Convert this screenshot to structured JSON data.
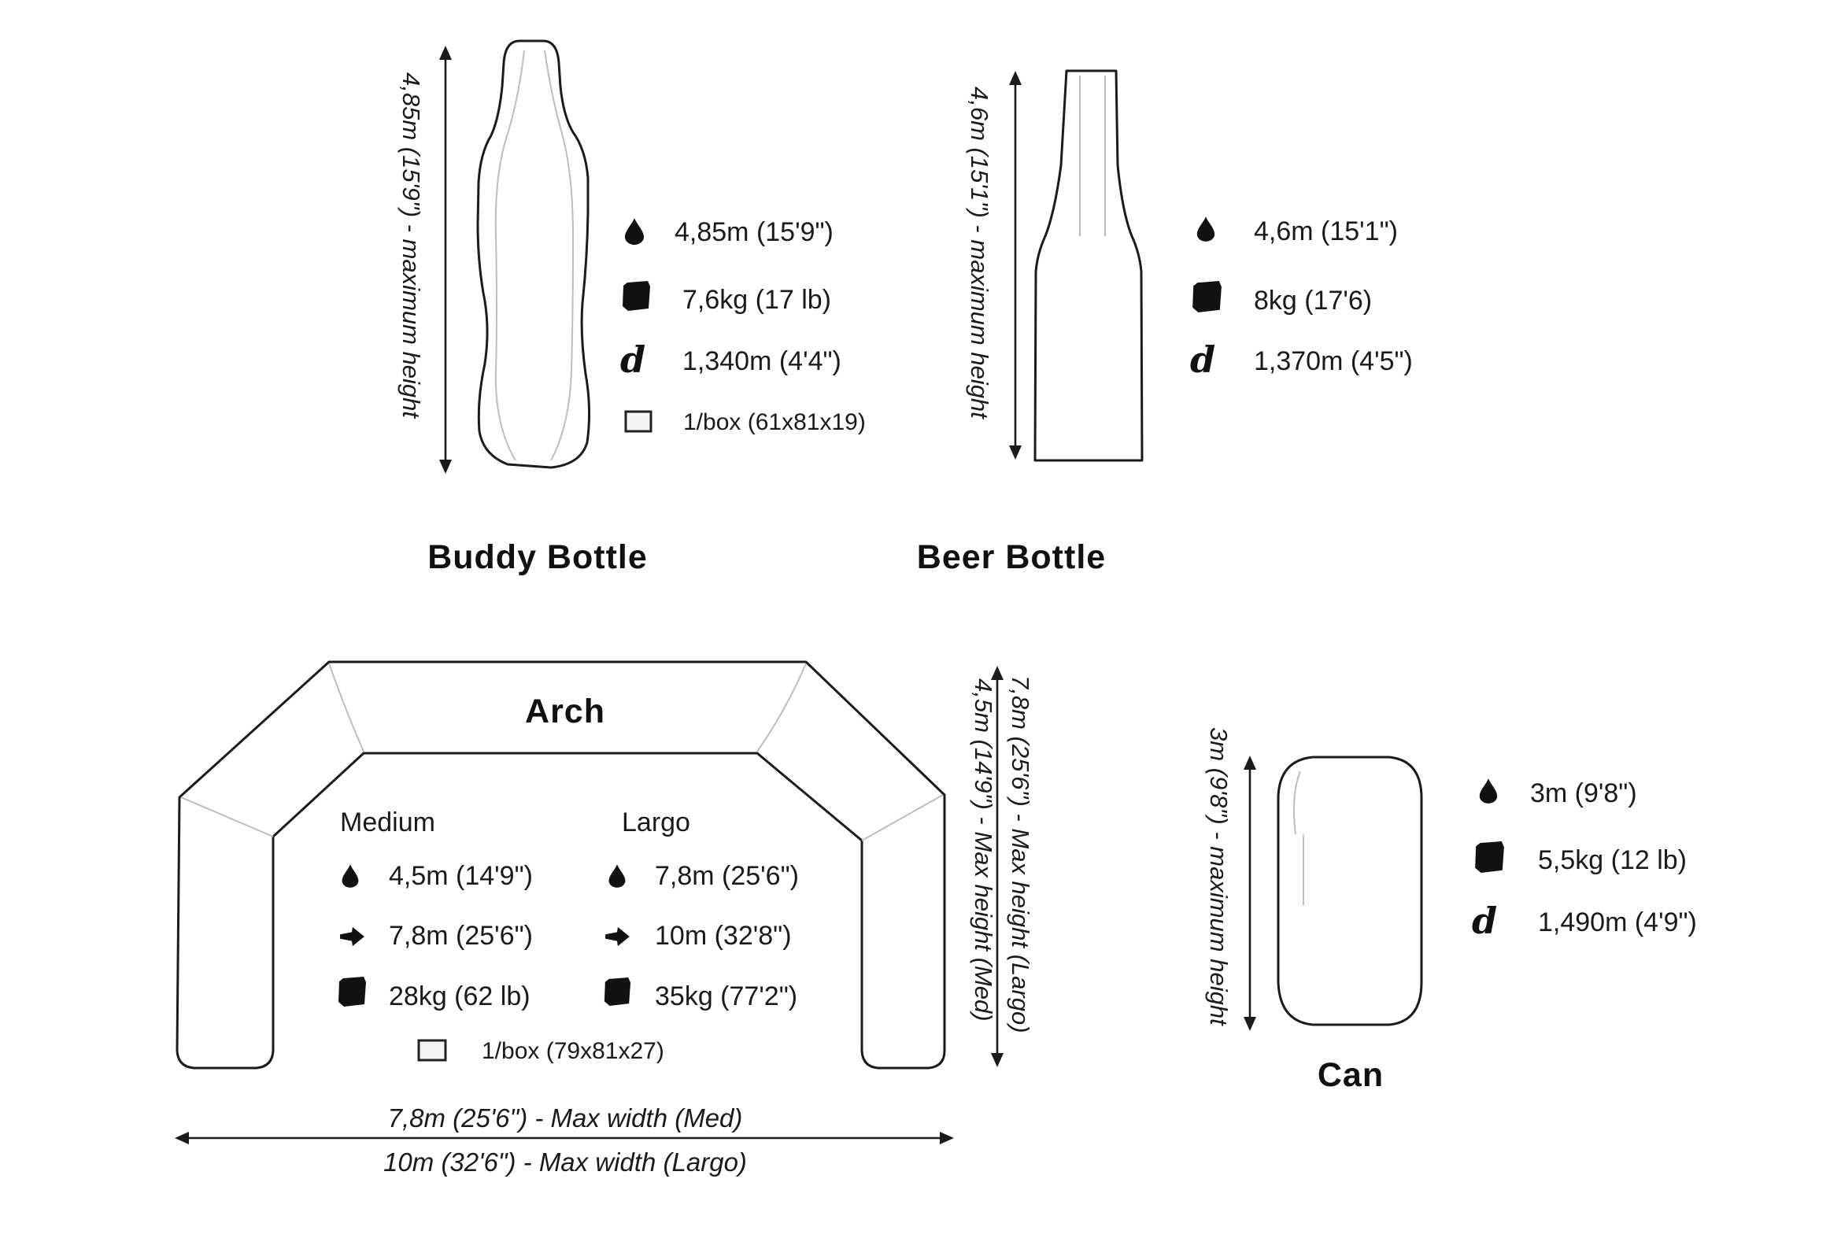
{
  "products": {
    "buddy_bottle": {
      "name": "Buddy Bottle",
      "height_label": "4,85m (15'9\") - maximum height",
      "specs": {
        "height": "4,85m (15'9\")",
        "weight": "7,6kg (17 lb)",
        "diameter": "1,340m (4'4\")",
        "box": "1/box (61x81x19)"
      }
    },
    "beer_bottle": {
      "name": "Beer Bottle",
      "height_label": "4,6m (15'1\") - maximum height",
      "specs": {
        "height": "4,6m (15'1\")",
        "weight": "8kg (17'6)",
        "diameter": "1,370m (4'5\")"
      }
    },
    "arch": {
      "name": "Arch",
      "height_label_large": "7,8m (25'6\") - Max height (Largo)",
      "height_label_med": "4,5m (14'9\") - Max height (Med)",
      "width_label_med": "7,8m (25'6\") - Max width (Med)",
      "width_label_large": "10m (32'6\") - Max width (Largo)",
      "medium": {
        "label": "Medium",
        "height": "4,5m (14'9\")",
        "width": "7,8m (25'6\")",
        "weight": "28kg (62 lb)"
      },
      "large": {
        "label": "Largo",
        "height": "7,8m (25'6\")",
        "width": "10m (32'8\")",
        "weight": "35kg (77'2\")"
      },
      "box": "1/box (79x81x27)"
    },
    "can": {
      "name": "Can",
      "height_label": "3m (9'8\") - maximum height",
      "specs": {
        "height": "3m (9'8\")",
        "weight": "5,5kg (12 lb)",
        "diameter": "1,490m (4'9\")"
      }
    }
  },
  "icons": {
    "height": "height-drop-icon",
    "width": "width-arrow-icon",
    "weight": "weight-block-icon",
    "diameter": "diameter-d-icon",
    "box": "box-icon"
  },
  "colors": {
    "line": "#1b1b1b",
    "background": "#ffffff"
  }
}
